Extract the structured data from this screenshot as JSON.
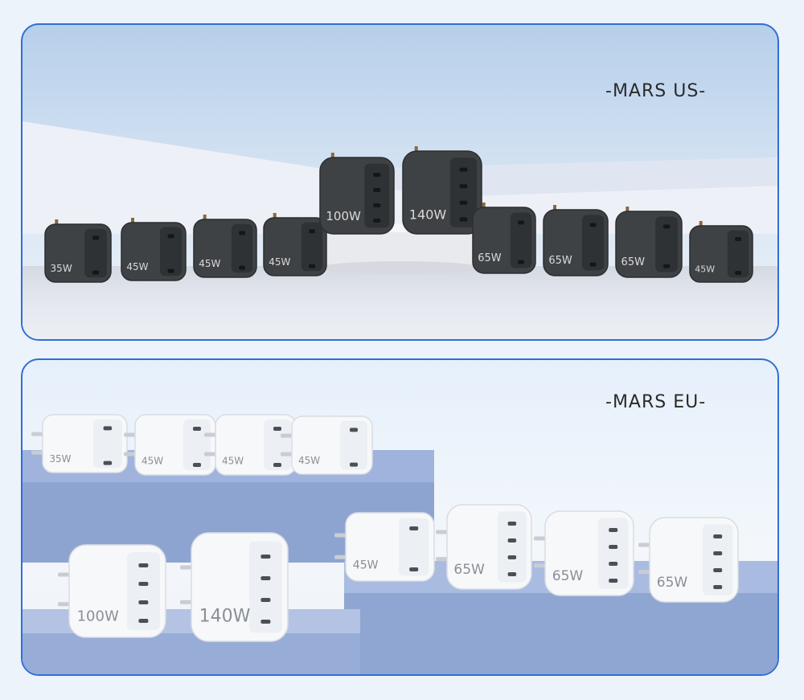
{
  "sections": [
    {
      "title": "-MARS US-",
      "finish": "dark",
      "chargers": [
        {
          "label": "35W"
        },
        {
          "label": "45W"
        },
        {
          "label": "45W"
        },
        {
          "label": "45W"
        },
        {
          "label": "100W"
        },
        {
          "label": "140W"
        },
        {
          "label": "65W"
        },
        {
          "label": "65W"
        },
        {
          "label": "65W"
        },
        {
          "label": "45W"
        }
      ]
    },
    {
      "title": "-MARS EU-",
      "finish": "white",
      "chargers": [
        {
          "label": "35W"
        },
        {
          "label": "45W"
        },
        {
          "label": "45W"
        },
        {
          "label": "45W"
        },
        {
          "label": "45W"
        },
        {
          "label": "65W"
        },
        {
          "label": "65W"
        },
        {
          "label": "65W"
        },
        {
          "label": "100W"
        },
        {
          "label": "140W"
        }
      ]
    }
  ],
  "colors": {
    "frame": "#2f6fd6",
    "dark_charger": "#3f4245",
    "white_charger": "#f7f8fa",
    "pedestal_blue": "#8fa6d2"
  }
}
